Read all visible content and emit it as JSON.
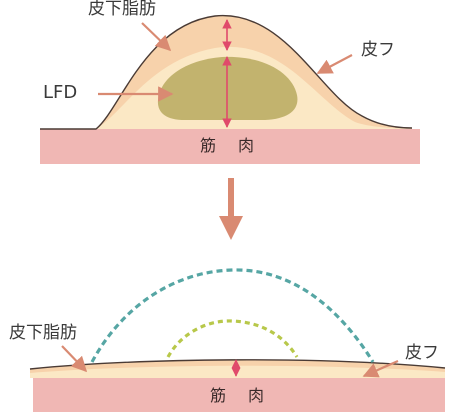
{
  "colors": {
    "muscle_band": "#f0b7b4",
    "fat_layer": "#f7d2ab",
    "skin_inner": "#fbe8c5",
    "skin_outline": "#4a3b35",
    "lfd_fill": "#c2b36e",
    "measure_arrow": "#e04a6b",
    "pointer_arrow": "#d98a72",
    "flow_arrow": "#d98a72",
    "before_contour": "#56a6a4",
    "reduced_contour": "#b8c84a"
  },
  "top_panel": {
    "subcutaneous_fat_label": "皮下脂肪",
    "lfd_label": "LFD",
    "skin_label": "皮フ",
    "muscle_label_1": "筋",
    "muscle_label_2": "肉"
  },
  "bottom_panel": {
    "subcutaneous_fat_label": "皮下脂肪",
    "skin_label": "皮フ",
    "muscle_label_1": "筋",
    "muscle_label_2": "肉"
  }
}
